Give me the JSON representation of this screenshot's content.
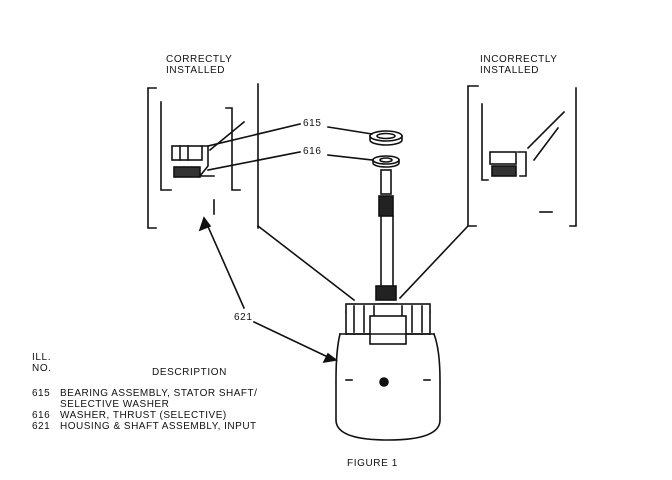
{
  "callouts": {
    "correct": "CORRECTLY\nINSTALLED",
    "incorrect": "INCORRECTLY\nINSTALLED",
    "ref_615": "615",
    "ref_616": "616",
    "ref_621": "621"
  },
  "legend": {
    "col_no": "ILL.\nNO.",
    "col_desc": "DESCRIPTION",
    "items": [
      {
        "no": "615",
        "desc": "BEARING ASSEMBLY, STATOR SHAFT/\nSELECTIVE WASHER"
      },
      {
        "no": "616",
        "desc": "WASHER, THRUST (SELECTIVE)"
      },
      {
        "no": "621",
        "desc": "HOUSING & SHAFT ASSEMBLY, INPUT"
      }
    ]
  },
  "caption": "FIGURE 1"
}
